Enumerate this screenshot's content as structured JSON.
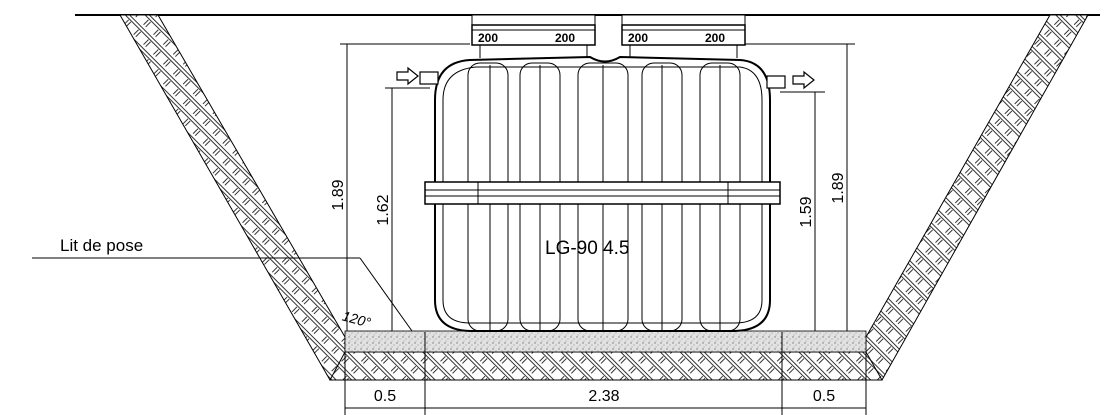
{
  "drawing": {
    "label_bedding": "Lit de pose",
    "tank_model": "LG-90 4.5",
    "angle_label": "120°"
  },
  "dimensions": {
    "left_total_height": "1.89",
    "left_inlet_height": "1.62",
    "right_outlet_height": "1.59",
    "right_total_height": "1.89",
    "bottom_left_width": "0.5",
    "bottom_center_width": "2.38",
    "bottom_right_width": "0.5"
  },
  "access_covers": {
    "left": [
      "200",
      "200"
    ],
    "right": [
      "200",
      "200"
    ]
  },
  "colors": {
    "line": "#000000",
    "bedding": "#d9d9d9",
    "background": "#ffffff"
  }
}
